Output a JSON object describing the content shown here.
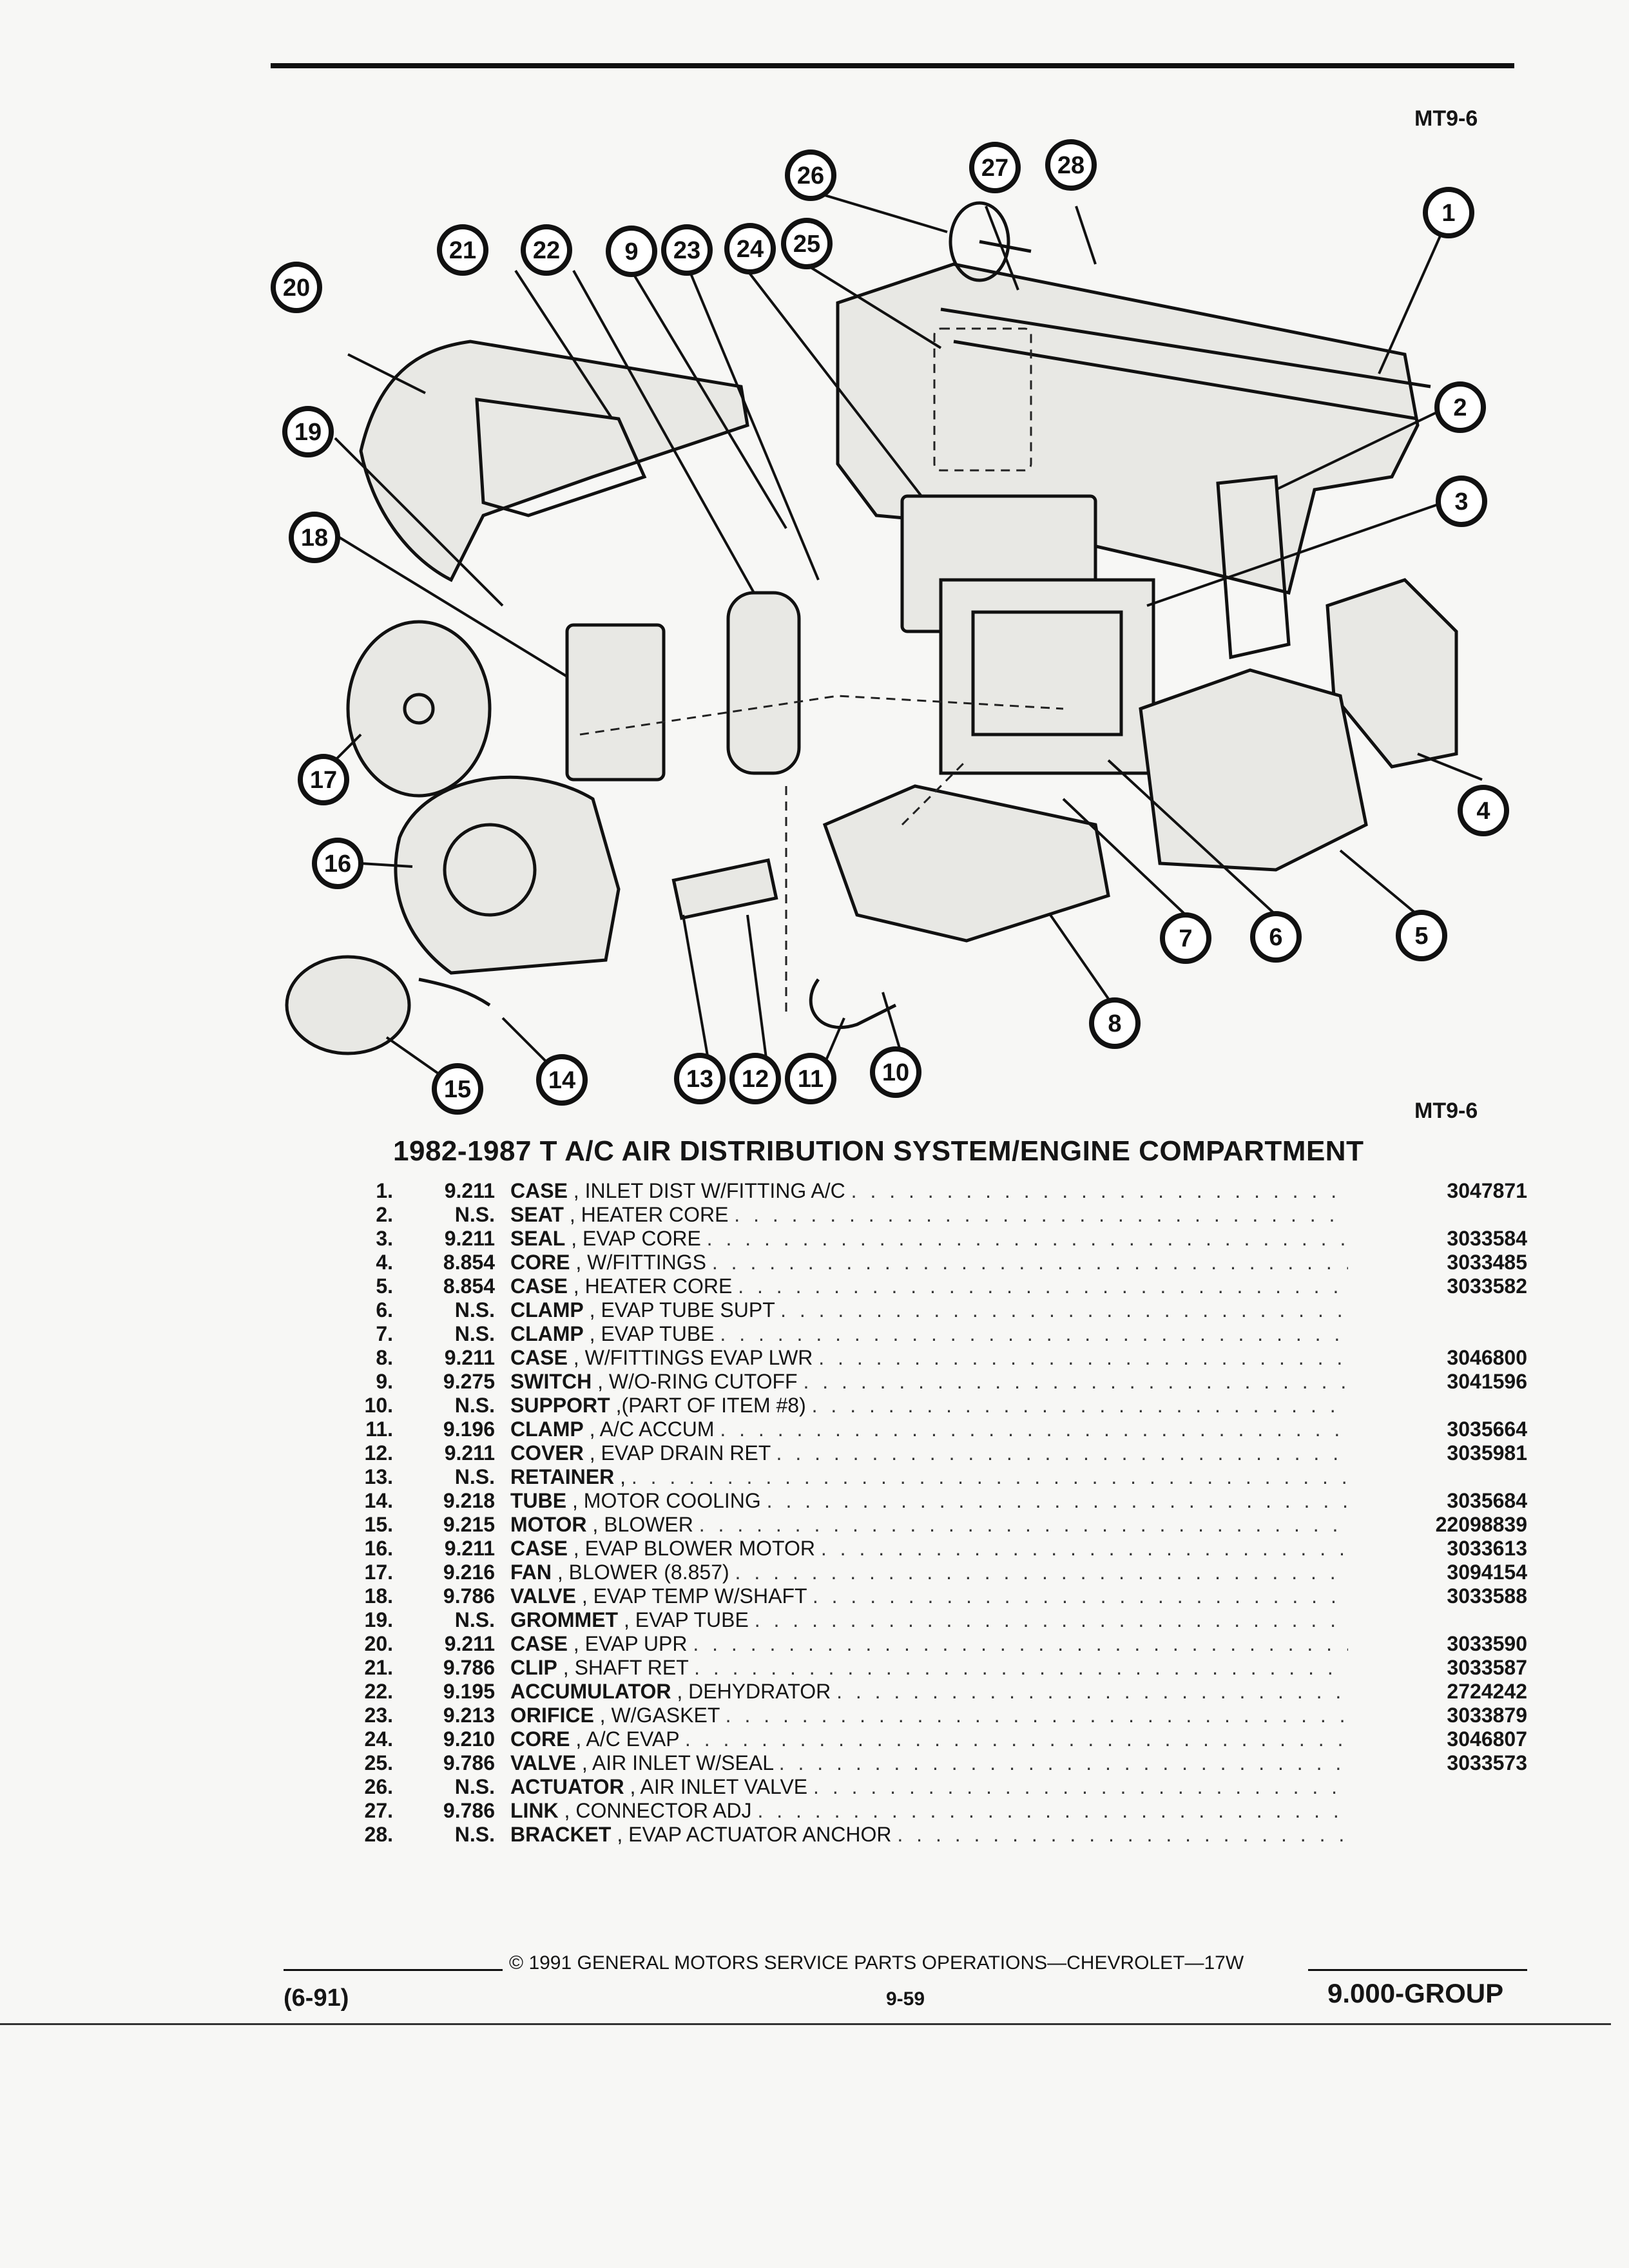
{
  "header": {
    "code": "MT9-6"
  },
  "figure": {
    "code": "MT9-6",
    "callouts": [
      "1",
      "2",
      "3",
      "4",
      "5",
      "6",
      "7",
      "8",
      "9",
      "10",
      "11",
      "12",
      "13",
      "14",
      "15",
      "16",
      "17",
      "18",
      "19",
      "20",
      "21",
      "22",
      "23",
      "24",
      "25",
      "26",
      "27",
      "28"
    ]
  },
  "caption": "1982-1987 T A/C AIR DISTRIBUTION SYSTEM/ENGINE COMPARTMENT",
  "parts": [
    {
      "num": "1.",
      "group": "9.211",
      "name": "CASE",
      "desc": ", INLET DIST W/FITTING A/C",
      "pn": "3047871"
    },
    {
      "num": "2.",
      "group": "N.S.",
      "name": "SEAT",
      "desc": ", HEATER CORE",
      "pn": ""
    },
    {
      "num": "3.",
      "group": "9.211",
      "name": "SEAL",
      "desc": ", EVAP CORE",
      "pn": "3033584"
    },
    {
      "num": "4.",
      "group": "8.854",
      "name": "CORE",
      "desc": ", W/FITTINGS",
      "pn": "3033485"
    },
    {
      "num": "5.",
      "group": "8.854",
      "name": "CASE",
      "desc": ", HEATER CORE",
      "pn": "3033582"
    },
    {
      "num": "6.",
      "group": "N.S.",
      "name": "CLAMP",
      "desc": ", EVAP TUBE SUPT",
      "pn": ""
    },
    {
      "num": "7.",
      "group": "N.S.",
      "name": "CLAMP",
      "desc": ", EVAP TUBE",
      "pn": ""
    },
    {
      "num": "8.",
      "group": "9.211",
      "name": "CASE",
      "desc": ", W/FITTINGS EVAP LWR",
      "pn": "3046800"
    },
    {
      "num": "9.",
      "group": "9.275",
      "name": "SWITCH",
      "desc": ", W/O-RING CUTOFF",
      "pn": "3041596"
    },
    {
      "num": "10.",
      "group": "N.S.",
      "name": "SUPPORT",
      "desc": ",(PART OF ITEM #8)",
      "pn": ""
    },
    {
      "num": "11.",
      "group": "9.196",
      "name": "CLAMP",
      "desc": ", A/C ACCUM",
      "pn": "3035664"
    },
    {
      "num": "12.",
      "group": "9.211",
      "name": "COVER",
      "desc": ", EVAP DRAIN RET",
      "pn": "3035981"
    },
    {
      "num": "13.",
      "group": "N.S.",
      "name": "RETAINER",
      "desc": ",",
      "pn": ""
    },
    {
      "num": "14.",
      "group": "9.218",
      "name": "TUBE",
      "desc": ", MOTOR COOLING",
      "pn": "3035684"
    },
    {
      "num": "15.",
      "group": "9.215",
      "name": "MOTOR",
      "desc": ", BLOWER",
      "pn": "22098839"
    },
    {
      "num": "16.",
      "group": "9.211",
      "name": "CASE",
      "desc": ", EVAP BLOWER MOTOR",
      "pn": "3033613"
    },
    {
      "num": "17.",
      "group": "9.216",
      "name": "FAN",
      "desc": ", BLOWER (8.857)",
      "pn": "3094154"
    },
    {
      "num": "18.",
      "group": "9.786",
      "name": "VALVE",
      "desc": ", EVAP TEMP W/SHAFT",
      "pn": "3033588"
    },
    {
      "num": "19.",
      "group": "N.S.",
      "name": "GROMMET",
      "desc": ", EVAP TUBE",
      "pn": ""
    },
    {
      "num": "20.",
      "group": "9.211",
      "name": "CASE",
      "desc": ", EVAP UPR",
      "pn": "3033590"
    },
    {
      "num": "21.",
      "group": "9.786",
      "name": "CLIP",
      "desc": ", SHAFT RET",
      "pn": "3033587"
    },
    {
      "num": "22.",
      "group": "9.195",
      "name": "ACCUMULATOR",
      "desc": ", DEHYDRATOR",
      "pn": "2724242"
    },
    {
      "num": "23.",
      "group": "9.213",
      "name": "ORIFICE",
      "desc": ", W/GASKET",
      "pn": "3033879"
    },
    {
      "num": "24.",
      "group": "9.210",
      "name": "CORE",
      "desc": ", A/C EVAP",
      "pn": "3046807"
    },
    {
      "num": "25.",
      "group": "9.786",
      "name": "VALVE",
      "desc": ", AIR INLET W/SEAL",
      "pn": "3033573"
    },
    {
      "num": "26.",
      "group": "N.S.",
      "name": "ACTUATOR",
      "desc": ", AIR INLET VALVE",
      "pn": ""
    },
    {
      "num": "27.",
      "group": "9.786",
      "name": "LINK",
      "desc": ", CONNECTOR ADJ",
      "pn": ""
    },
    {
      "num": "28.",
      "group": "N.S.",
      "name": "BRACKET",
      "desc": ", EVAP ACTUATOR ANCHOR",
      "pn": ""
    }
  ],
  "footer": {
    "copyright": "© 1991 GENERAL MOTORS SERVICE PARTS OPERATIONS—CHEVROLET—17W",
    "date": "(6-91)",
    "page": "9-59",
    "group": "9.000-GROUP"
  }
}
